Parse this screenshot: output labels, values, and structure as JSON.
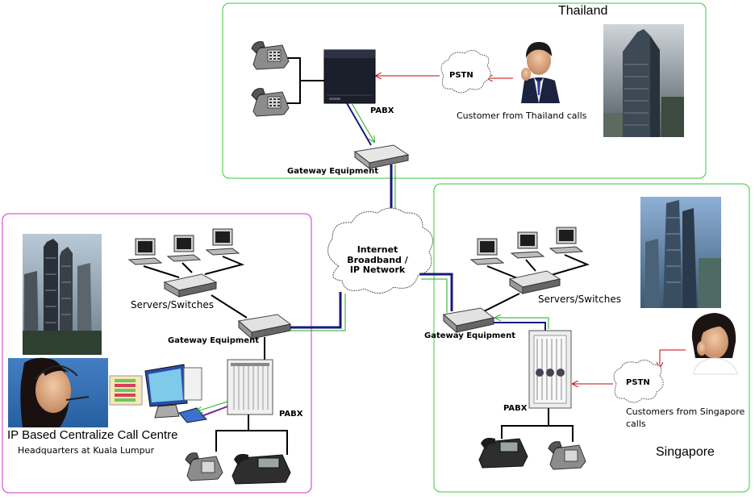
{
  "regions": {
    "thailand": {
      "name": "Thailand"
    },
    "singapore": {
      "name": "Singapore"
    },
    "malaysia": {
      "title": "IP Based Centralize Call Centre",
      "subtitle": "Headquarters at Kuala Lumpur"
    }
  },
  "labels": {
    "th_pabx": "PABX",
    "th_pstn": "PSTN",
    "th_customer": "Customer from Thailand calls",
    "th_gateway": "Gateway Equipment",
    "cloud": "Internet Broadband / IP Network",
    "my_servers": "Servers/Switches",
    "my_gateway": "Gateway Equipment",
    "my_pabx": "PABX",
    "sg_servers": "Servers/Switches",
    "sg_gateway": "Gateway Equipment",
    "sg_pabx": "PABX",
    "sg_pstn": "PSTN",
    "sg_customer_1": "Customers from Singapore",
    "sg_customer_2": "calls"
  },
  "colors": {
    "thailand_border": "#33cc33",
    "singapore_border": "#33cc33",
    "malaysia_border": "#cc33cc",
    "voice_line": "#cc0000",
    "ip_link_blue": "#1a1a7a",
    "ip_link_green": "#33aa33"
  }
}
